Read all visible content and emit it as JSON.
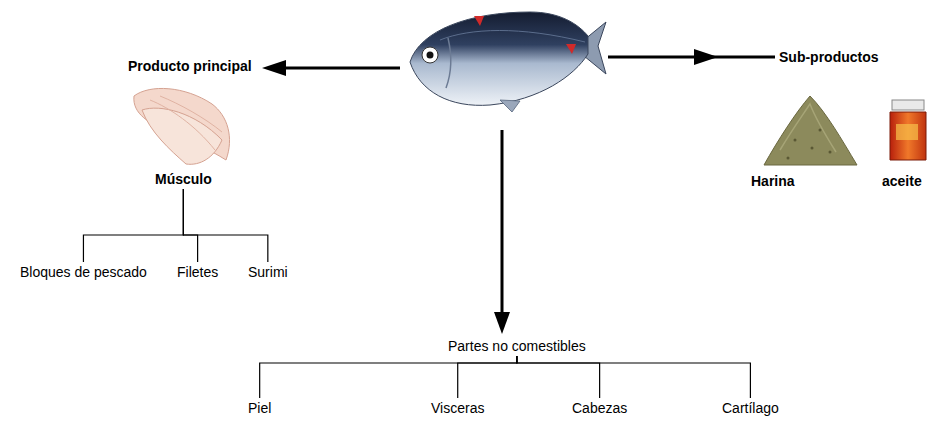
{
  "diagram": {
    "nodes": [
      {
        "text": [
          "Músculo"
        ]
      },
      {
        "text": [
          "Bloques de pescado"
        ]
      },
      {
        "text": [
          "Filetes"
        ]
      },
      {
        "text": [
          "Surimi"
        ]
      },
      {
        "text": [
          "Partes no comestibles"
        ]
      },
      {
        "text": [
          "Piel"
        ]
      },
      {
        "text": [
          "Visceras"
        ]
      },
      {
        "text": [
          "Cabezas"
        ]
      },
      {
        "text": [
          "Cartílago"
        ]
      }
    ],
    "edges": [
      {
        "from": 0,
        "to": 1,
        "arrow": "none"
      },
      {
        "from": 0,
        "to": 2,
        "arrow": "none"
      },
      {
        "from": 0,
        "to": 3,
        "arrow": "none"
      },
      {
        "from": 4,
        "to": 5,
        "arrow": "none"
      },
      {
        "from": 4,
        "to": 6,
        "arrow": "none"
      },
      {
        "from": 4,
        "to": 7,
        "arrow": "none"
      },
      {
        "from": 4,
        "to": 8,
        "arrow": "none"
      }
    ],
    "labels": [
      "Producto principal",
      "Sub-productos",
      "Harina",
      "aceite"
    ]
  }
}
